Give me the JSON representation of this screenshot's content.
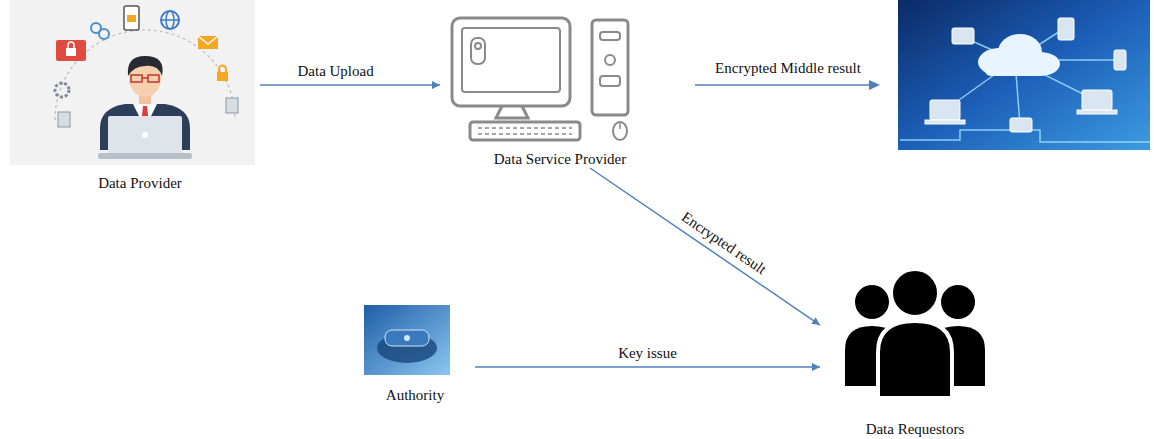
{
  "diagram": {
    "nodes": [
      {
        "text": [
          "Data Provider"
        ]
      },
      {
        "text": [
          "Data Service Provider"
        ]
      },
      {
        "text": [
          "Authority"
        ]
      },
      {
        "text": [
          "Data Requestors"
        ]
      }
    ],
    "edges": [
      {
        "from": 0,
        "to": 1,
        "label": "Data Upload",
        "arrow": "to"
      },
      {
        "from": 1,
        "to": 3,
        "label": "Encrypted result",
        "arrow": "to"
      },
      {
        "from": 2,
        "to": 3,
        "label": "Key issue",
        "arrow": "to"
      }
    ],
    "labels": [
      "Encrypted Middle result"
    ]
  }
}
